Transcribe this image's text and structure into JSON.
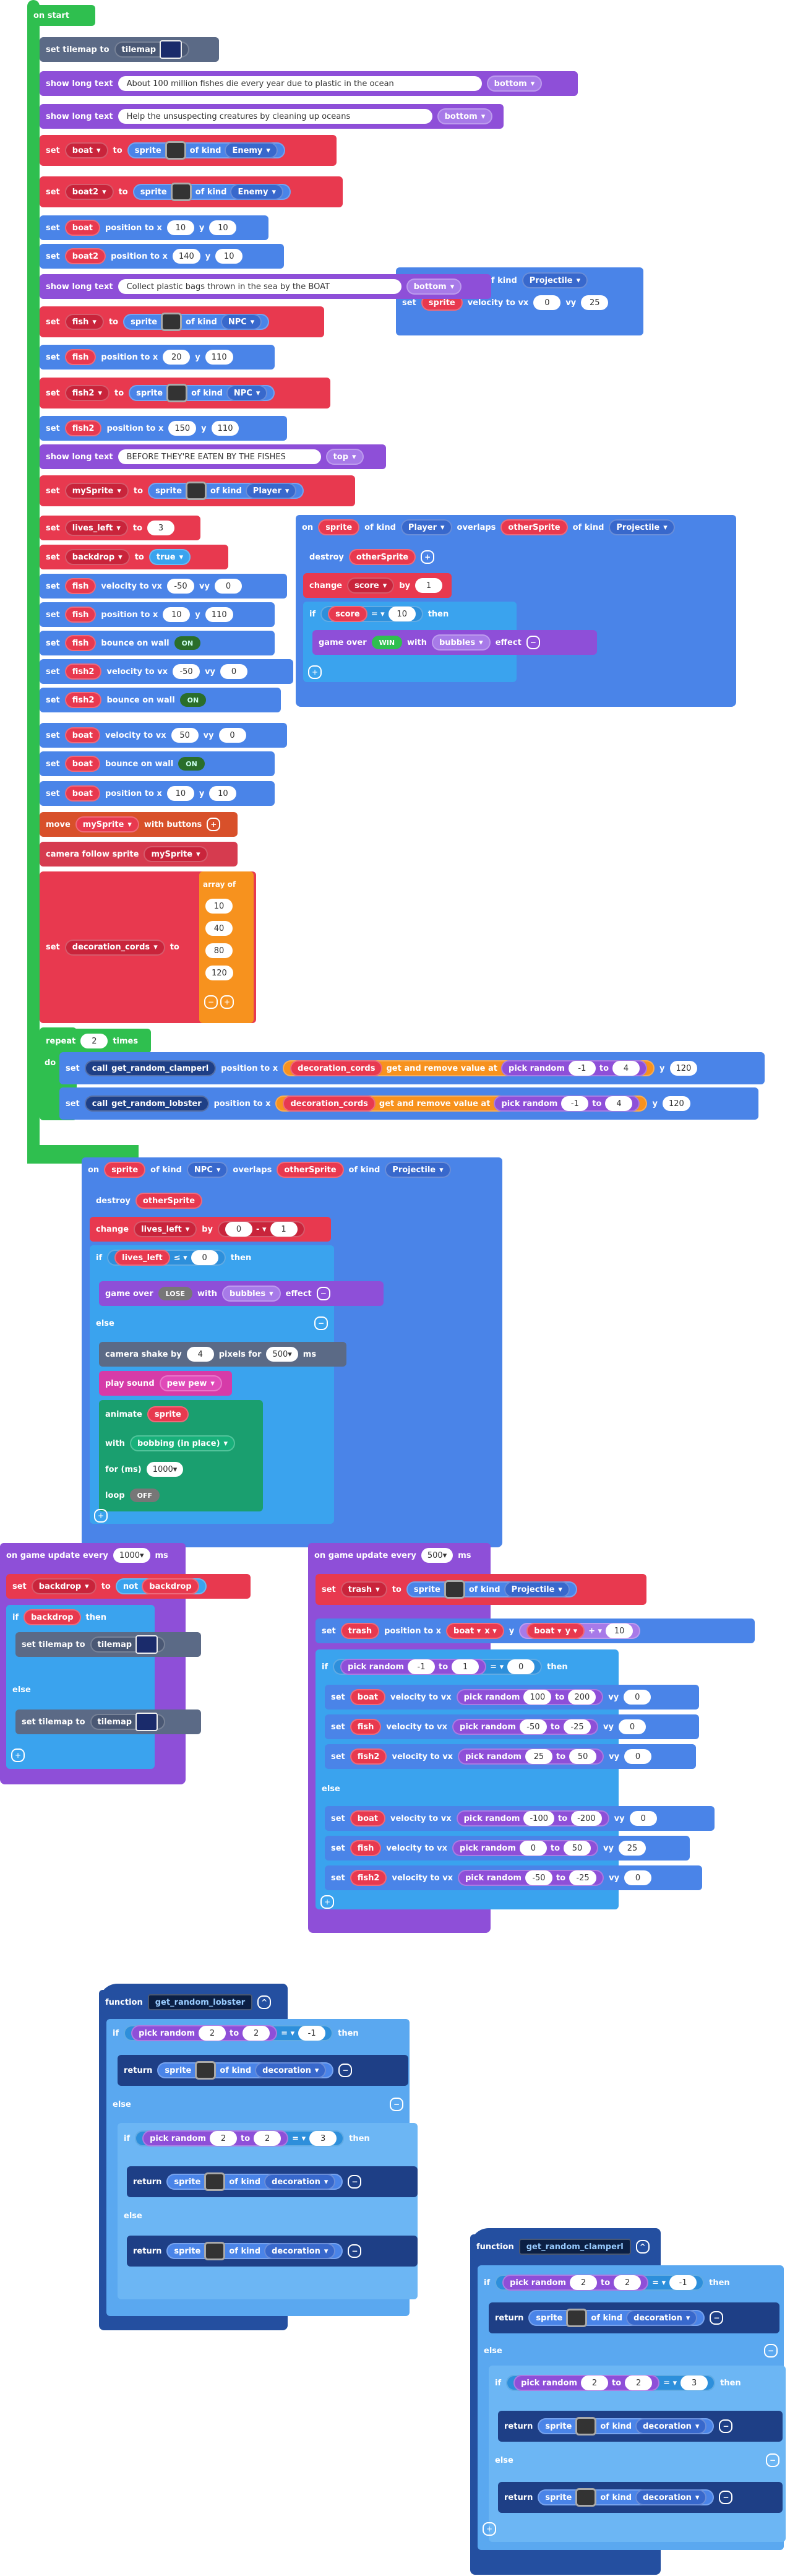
{
  "onstart": {
    "title": "on start",
    "set_tilemap": "set tilemap to",
    "tilemap": "tilemap",
    "show_long_text": "show long text",
    "text1": "About 100 million fishes die every year due to plastic in the ocean",
    "text2": "Help the unsuspecting creatures by cleaning up oceans",
    "text3": "Collect plastic bags thrown in the sea by the BOAT",
    "text4": "BEFORE THEY'RE EATEN BY THE FISHES",
    "pos_bottom": "bottom",
    "pos_top": "top",
    "set": "set",
    "to": "to",
    "sprite": "sprite",
    "of_kind": "of kind",
    "kind_enemy": "Enemy",
    "kind_npc": "NPC",
    "kind_player": "Player",
    "kind_projectile": "Projectile",
    "kind_decoration": "decoration",
    "var_boat": "boat",
    "var_boat2": "boat2",
    "var_fish": "fish",
    "var_fish2": "fish2",
    "var_mySprite": "mySprite",
    "var_lives_left": "lives_left",
    "var_backdrop": "backdrop",
    "var_trash": "trash",
    "var_score": "score",
    "var_decoration_cords": "decoration_cords",
    "position_to_x": "position to x",
    "y": "y",
    "velocity_to_vx": "velocity to vx",
    "vy": "vy",
    "bounce_on_wall": "bounce on wall",
    "on_label": "ON",
    "off_label": "OFF",
    "true_label": "true",
    "move": "move",
    "with_buttons": "with buttons",
    "camera_follow_sprite": "camera follow sprite",
    "array_of": "array of",
    "array_values": [
      "10",
      "40",
      "80",
      "120"
    ],
    "repeat": "repeat",
    "times": "times",
    "repeat_count": "2",
    "do": "do",
    "call": "call",
    "get_random_clamperl": "get_random_clamperl",
    "get_random_lobster": "get_random_lobster",
    "get_and_remove_value_at": "get and remove value at",
    "pick_random": "pick random",
    "to_word": "to",
    "n10": "10",
    "n140": "140",
    "n20": "20",
    "n110": "110",
    "n150": "150",
    "n3": "3",
    "n_50": "-50",
    "n0": "0",
    "n50": "50",
    "n_1": "-1",
    "n4": "4",
    "n120": "120",
    "n25": "25",
    "n1": "1",
    "n2": "2",
    "n100": "100",
    "n200": "200",
    "n_25": "-25",
    "n_100": "-100",
    "n_200": "-200"
  },
  "overlap1": {
    "on": "on",
    "of_kind": "of kind",
    "overlaps": "overlaps",
    "otherSprite": "otherSprite",
    "destroy": "destroy",
    "change": "change",
    "by": "by",
    "if": "if",
    "then": "then",
    "eq": "=",
    "game_over": "game over",
    "win": "WIN",
    "lose": "LOSE",
    "with": "with",
    "bubbles": "bubbles",
    "effect": "effect",
    "minus": "-",
    "le": "≤",
    "else": "else",
    "plus": "+"
  },
  "overlap2": {
    "camera_shake_by": "camera shake by",
    "pixels_for": "pixels for",
    "ms": "ms",
    "shake_n": "4",
    "shake_ms": "500",
    "play_sound": "play sound",
    "pew_pew": "pew pew",
    "animate": "animate",
    "bobbing": "bobbing (in place)",
    "for_ms": "for (ms)",
    "for_value": "1000",
    "loop": "loop"
  },
  "update1": {
    "title": "on game update every",
    "value": "1000",
    "ms": "ms",
    "not": "not"
  },
  "update2": {
    "value": "500",
    "plus10": "10"
  },
  "function": {
    "function": "function",
    "return": "return",
    "name_lobster": "get_random_lobster",
    "name_clamperl": "get_random_clamperl"
  }
}
